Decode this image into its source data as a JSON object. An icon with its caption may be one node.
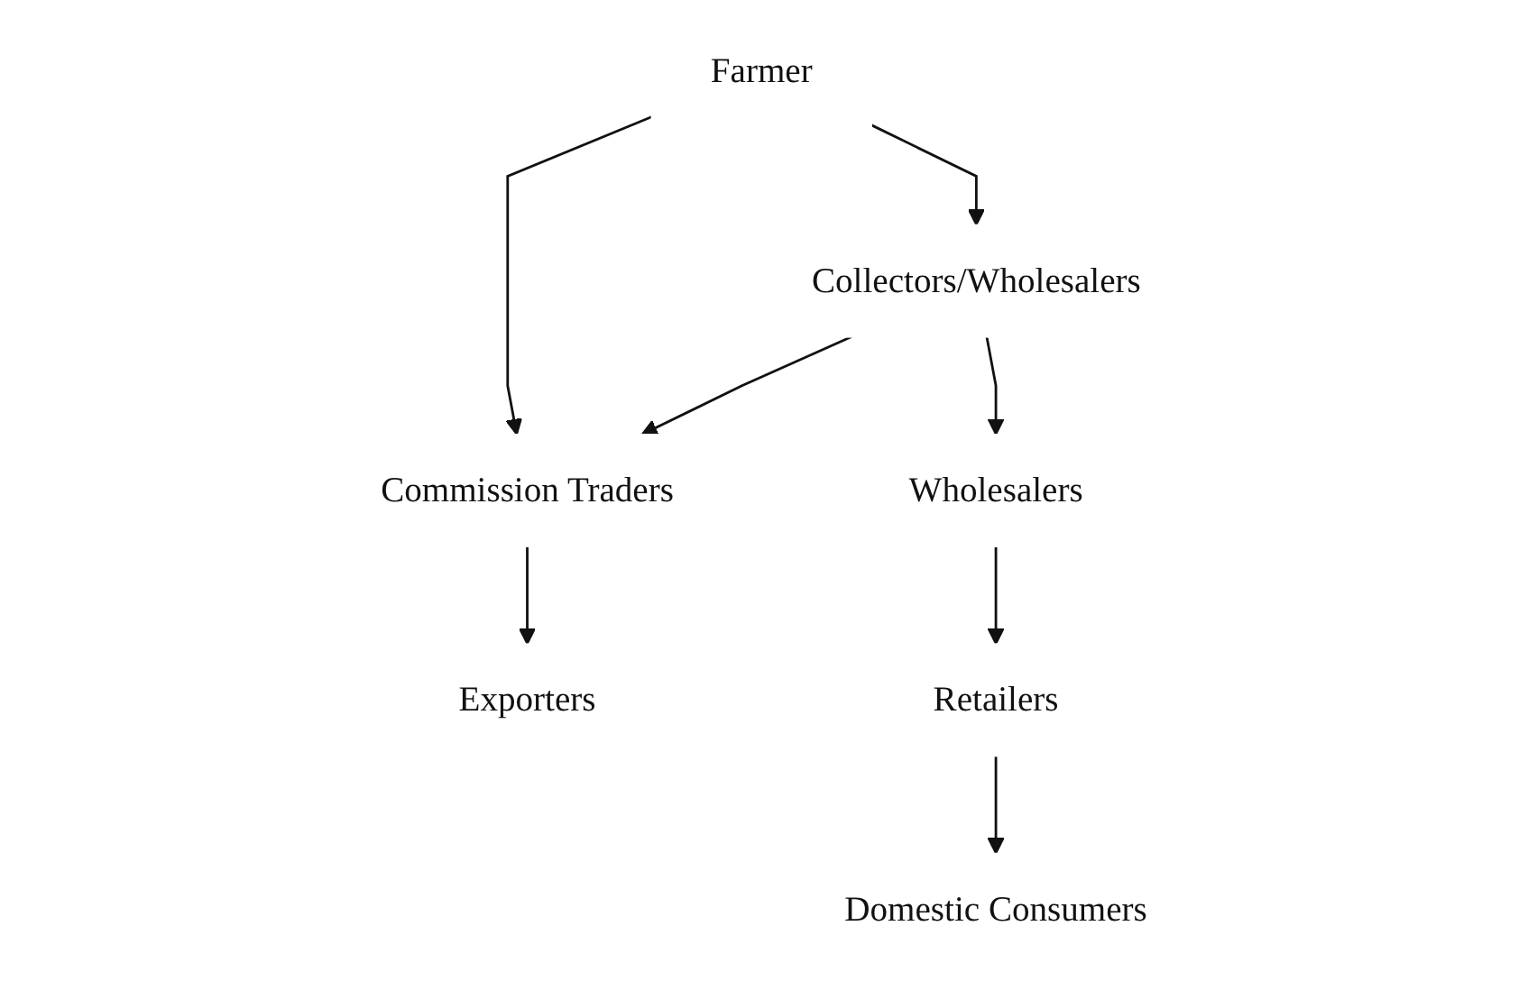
{
  "diagram": {
    "nodes": [
      {
        "text": [
          "Farmer"
        ]
      },
      {
        "text": [
          "Collectors/Wholesalers"
        ]
      },
      {
        "text": [
          "Commission Traders"
        ]
      },
      {
        "text": [
          "Exporters"
        ]
      },
      {
        "text": [
          "Wholesalers"
        ]
      },
      {
        "text": [
          "Retailers"
        ]
      },
      {
        "text": [
          "Domestic Consumers"
        ]
      }
    ],
    "edges": [
      {
        "from": 0,
        "to": 1,
        "arrow": "to"
      },
      {
        "from": 0,
        "to": 2,
        "arrow": "to"
      },
      {
        "from": 1,
        "to": 2,
        "arrow": "to"
      },
      {
        "from": 2,
        "to": 3,
        "arrow": "to"
      },
      {
        "from": 1,
        "to": 4,
        "arrow": "to"
      },
      {
        "from": 4,
        "to": 5,
        "arrow": "to"
      },
      {
        "from": 5,
        "to": 6,
        "arrow": "to"
      }
    ]
  }
}
